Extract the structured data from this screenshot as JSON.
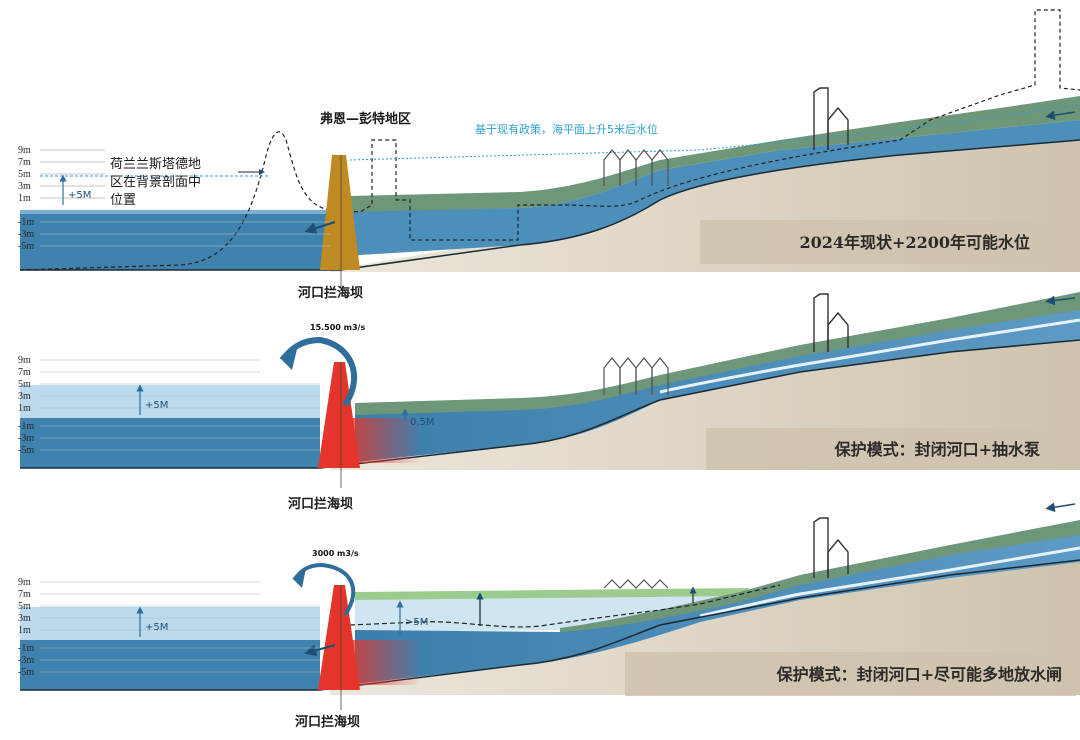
{
  "axis_ticks": [
    "9m",
    "7m",
    "5m",
    "3m",
    "1m",
    "-1m",
    "-3m",
    "-5m"
  ],
  "panel1": {
    "caption": "2024年现状+2200年可能水位",
    "region_label": "弗恩—彭特地区",
    "water_note": "基于现有政策，海平面上升5米后水位",
    "location_note": [
      "荷兰兰斯塔德地",
      "区在背景剖面中",
      "位置"
    ],
    "rise": "+5M",
    "dam_label": "河口拦海坝"
  },
  "panel2": {
    "caption": "保护模式：封闭河口+抽水泵",
    "flow": "15.500 m3/s",
    "rise": "+5M",
    "inner_level": "0,5M",
    "dam_label": "河口拦海坝"
  },
  "panel3": {
    "caption": "保护模式：封闭河口+尽可能多地放水闸",
    "flow": "3000 m3/s",
    "rise": "+5M",
    "inner_rise": ">5M",
    "dam_label": "河口拦海坝"
  },
  "colors": {
    "sea_deep": "#3f82ad",
    "sea_light": "#bcdaec",
    "river": "#4d8fbb",
    "land": "#ddd4c5",
    "green_bank": "#6e9679",
    "dam_p1": "#c08a22",
    "dam_red": "#e5352a",
    "note": "#2d9fd0"
  }
}
